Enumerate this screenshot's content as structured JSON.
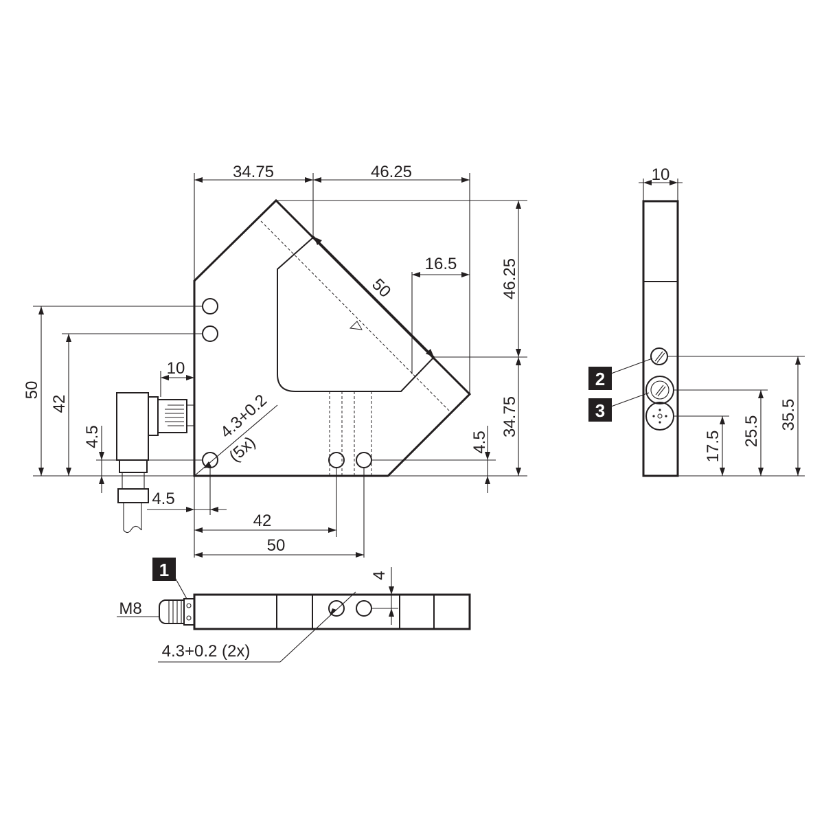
{
  "front_view": {
    "top_left_width": "34.75",
    "top_right_width": "46.25",
    "diagonal_length": "50",
    "notch_width": "16.5",
    "right_upper_height": "46.25",
    "right_lower_height": "34.75",
    "right_hole_offset": "4.5",
    "left_total_height": "50",
    "left_hole_height": "42",
    "connector_length": "10",
    "connector_offset_v": "4.5",
    "connector_offset_h": "4.5",
    "hole_spec": "4.3+0.2",
    "hole_count": "(5x)",
    "bottom_hole_1": "42",
    "bottom_hole_2": "50"
  },
  "side_view": {
    "width": "10",
    "height_led": "35.5",
    "height_middle": "25.5",
    "height_connector": "17.5",
    "badge_2": "2",
    "badge_3": "3"
  },
  "bottom_view": {
    "badge_1": "1",
    "connector_label": "M8",
    "hole_depth": "4",
    "hole_spec": "4.3+0.2 (2x)"
  }
}
